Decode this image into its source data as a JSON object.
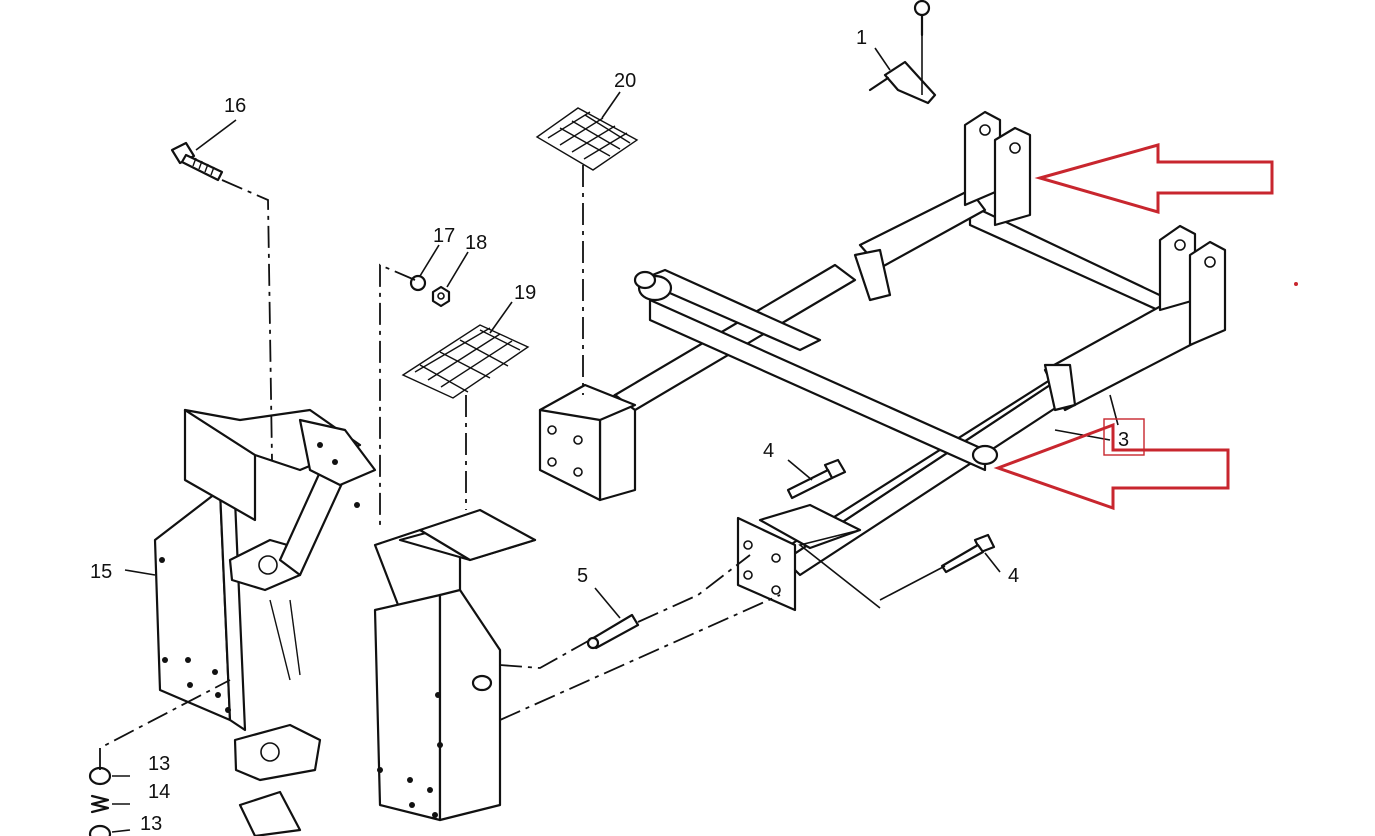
{
  "diagram": {
    "callouts": {
      "c1": "1",
      "c3": "3",
      "c4a": "4",
      "c4b": "4",
      "c5": "5",
      "c13a": "13",
      "c13b": "13",
      "c14": "14",
      "c15": "15",
      "c16": "16",
      "c17": "17",
      "c18": "18",
      "c19": "19",
      "c20": "20"
    },
    "annotation_color": "#c8262e",
    "line_color": "#111111"
  }
}
